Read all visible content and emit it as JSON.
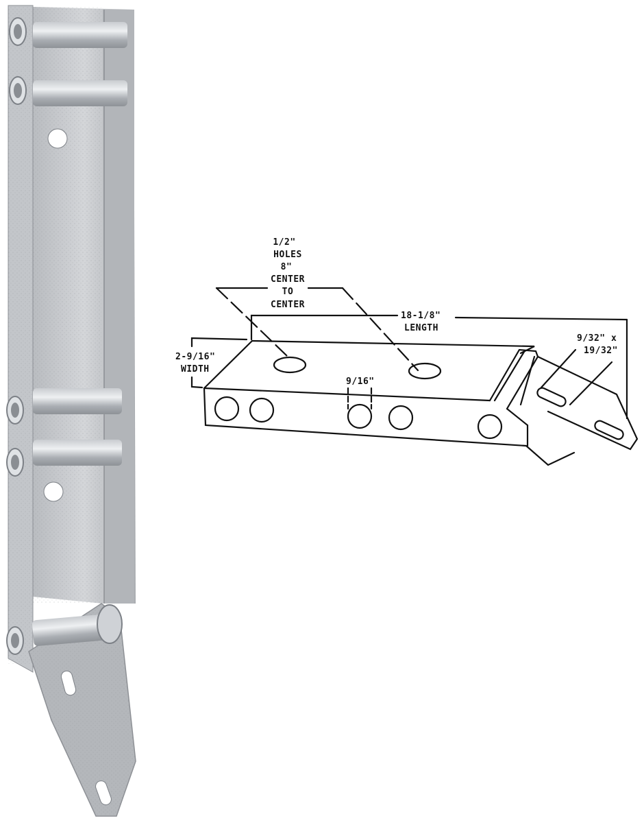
{
  "product": {
    "photo": {
      "alt": "Galvanized steel garage door bottom bracket with rollers",
      "roller_count": 5
    },
    "diagram": {
      "hole_note": [
        "1/2\"",
        "HOLES",
        "8\"",
        "CENTER",
        "TO",
        "CENTER"
      ],
      "length": [
        "18-1/8\"",
        "LENGTH"
      ],
      "width": [
        "2-9/16\"",
        "WIDTH"
      ],
      "hole_spacing": "9/16\"",
      "slot_size": [
        "9/32\" x",
        "19/32\""
      ]
    }
  }
}
